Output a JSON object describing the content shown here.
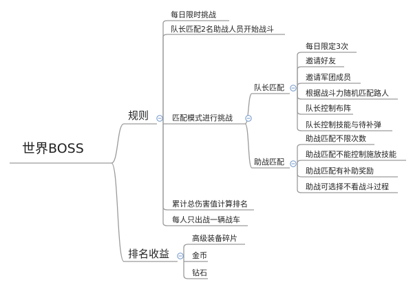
{
  "mindmap": {
    "root": "世界BOSS",
    "branches": [
      {
        "label": "规则",
        "children": [
          {
            "label": "每日限时挑战"
          },
          {
            "label": "队长匹配2名助战人员开始战斗"
          },
          {
            "label": "匹配模式进行挑战",
            "children": [
              {
                "label": "队长匹配",
                "children": [
                  "每日限定3次",
                  "邀请好友",
                  "邀请军团成员",
                  "根据战斗力随机匹配路人",
                  "队长控制布阵",
                  "队长控制技能与待补弹"
                ]
              },
              {
                "label": "助战匹配",
                "children": [
                  "助战匹配不限次数",
                  "助战匹配不能控制施放技能",
                  "助战匹配有补助奖励",
                  "助战可选择不看战斗过程"
                ]
              }
            ]
          },
          {
            "label": "累计总伤害值计算排名"
          },
          {
            "label": "每人只出战一辆战车"
          }
        ]
      },
      {
        "label": "排名收益",
        "children": [
          {
            "label": "高级装备碎片"
          },
          {
            "label": "金币"
          },
          {
            "label": "钻石"
          }
        ]
      }
    ],
    "colors": {
      "line": "#9a9a9a",
      "collapse_button": "#6f95c9",
      "text": "#222222"
    }
  }
}
